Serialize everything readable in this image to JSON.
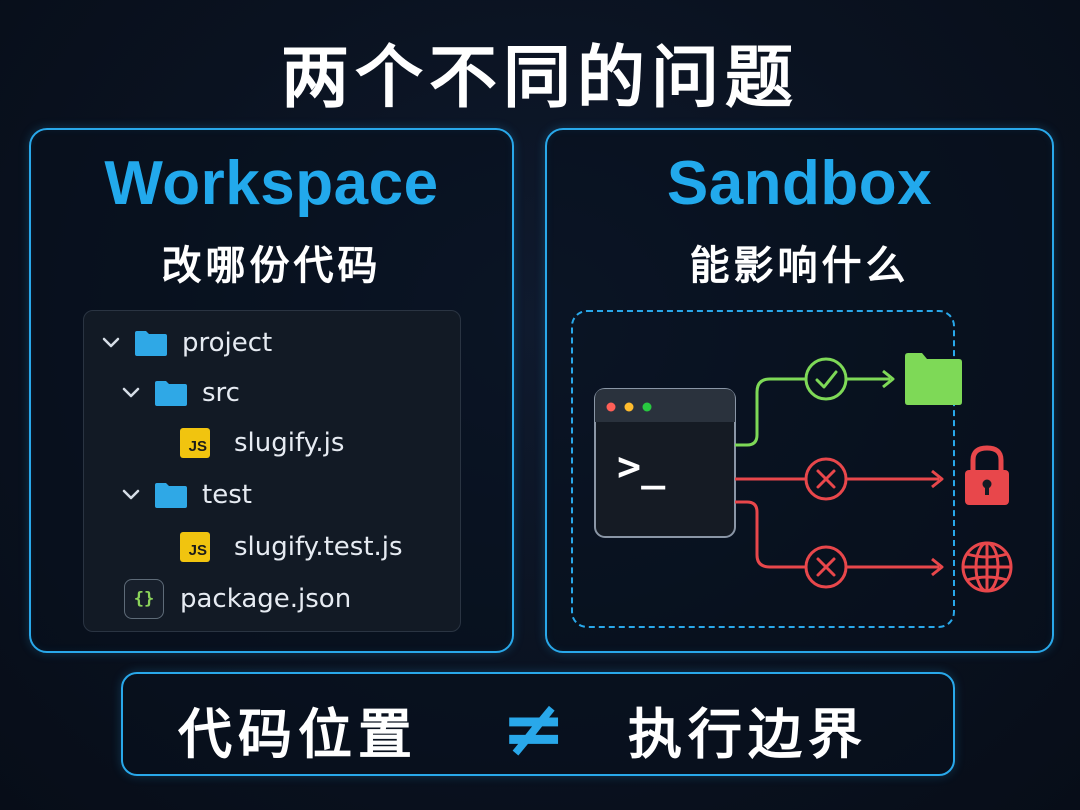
{
  "title": "两个不同的问题",
  "workspace": {
    "heading": "Workspace",
    "subtitle": "改哪份代码",
    "tree": [
      {
        "label": "project",
        "type": "folder",
        "expanded": true
      },
      {
        "label": "src",
        "type": "folder",
        "expanded": true
      },
      {
        "label": "slugify.js",
        "type": "js",
        "badge": "JS"
      },
      {
        "label": "test",
        "type": "folder",
        "expanded": true
      },
      {
        "label": "slugify.test.js",
        "type": "js",
        "badge": "JS"
      },
      {
        "label": "package.json",
        "type": "json",
        "badge": "{}"
      }
    ]
  },
  "sandbox": {
    "heading": "Sandbox",
    "subtitle": "能影响什么",
    "terminal_prompt": ">_",
    "paths": [
      {
        "status": "allowed",
        "status_icon": "check-icon",
        "target_icon": "folder-icon",
        "color": "#7ed957"
      },
      {
        "status": "blocked",
        "status_icon": "x-icon",
        "target_icon": "lock-icon",
        "color": "#e8474b"
      },
      {
        "status": "blocked",
        "status_icon": "x-icon",
        "target_icon": "globe-icon",
        "color": "#e8474b"
      }
    ]
  },
  "bottom": {
    "left": "代码位置",
    "symbol": "≠",
    "right": "执行边界"
  },
  "colors": {
    "accent": "#29a8ea",
    "folder": "#2fa8e6",
    "js_badge": "#f1c40f",
    "allowed": "#7ed957",
    "blocked": "#e8474b"
  }
}
